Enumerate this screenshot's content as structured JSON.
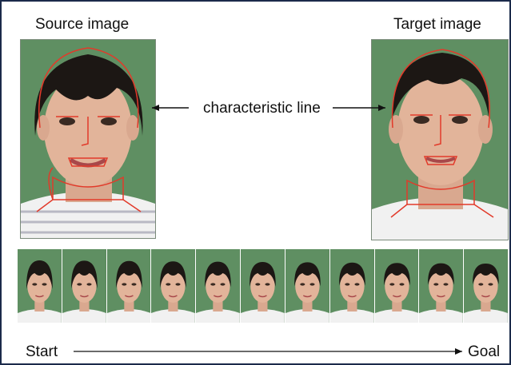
{
  "labels": {
    "source": "Source image",
    "target": "Target image",
    "characteristic_line": "characteristic line",
    "start": "Start",
    "goal": "Goal"
  },
  "colors": {
    "background": "#5f8f62",
    "skin": "#e2b49a",
    "hair": "#1c1714",
    "shirt": "#f1f1f1",
    "feature_line": "#e23a2a",
    "arrow": "#111111",
    "frame_border": "#1b2a4a"
  },
  "sequence": {
    "frame_count": 11
  }
}
